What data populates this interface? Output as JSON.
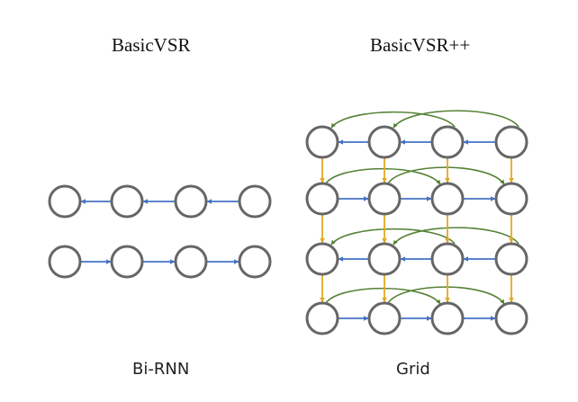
{
  "left_panel": {
    "title": "BasicVSR",
    "caption": "Bi-RNN",
    "rows": [
      {
        "direction": "backward"
      },
      {
        "direction": "forward"
      }
    ],
    "nodes_per_row": 4
  },
  "right_panel": {
    "title": "BasicVSR++",
    "caption": "Grid",
    "rows": [
      {
        "direction": "backward",
        "skip_arcs": "above"
      },
      {
        "direction": "forward",
        "skip_arcs": "above"
      },
      {
        "direction": "backward",
        "skip_arcs": "above"
      },
      {
        "direction": "forward",
        "skip_arcs": "above"
      }
    ],
    "nodes_per_row": 4,
    "vertical_links": "down"
  },
  "colors": {
    "node_stroke": "#666666",
    "propagation_arrow": "#4472C4",
    "vertical_arrow": "#E3A921",
    "second_order_arrow": "#548235"
  }
}
